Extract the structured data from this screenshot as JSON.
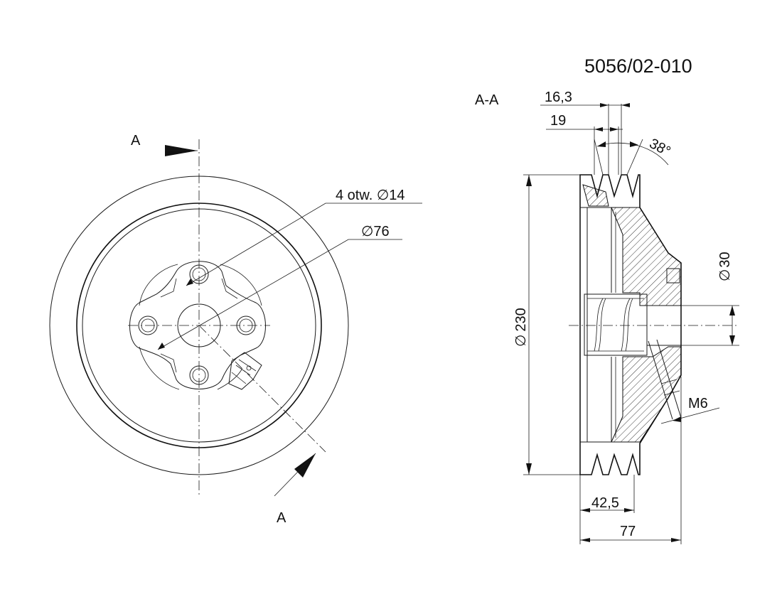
{
  "drawing_number": "5056/02-010",
  "section_label": "A-A",
  "cut_marks": {
    "top": "A",
    "bottom": "A"
  },
  "front_view": {
    "holes_callout": "4 otw. ",
    "holes_diameter": "14",
    "pitch_callout_diameter": "76"
  },
  "section_view": {
    "dim_groove_pitch": "16,3",
    "dim_groove_top": "19",
    "dim_angle": "38°",
    "dim_outer_diameter": "230",
    "dim_bore_diameter": "30",
    "dim_thread": "M6",
    "dim_hub_length": "42,5",
    "dim_total_length": "77"
  },
  "symbols": {
    "diameter": "∅"
  }
}
